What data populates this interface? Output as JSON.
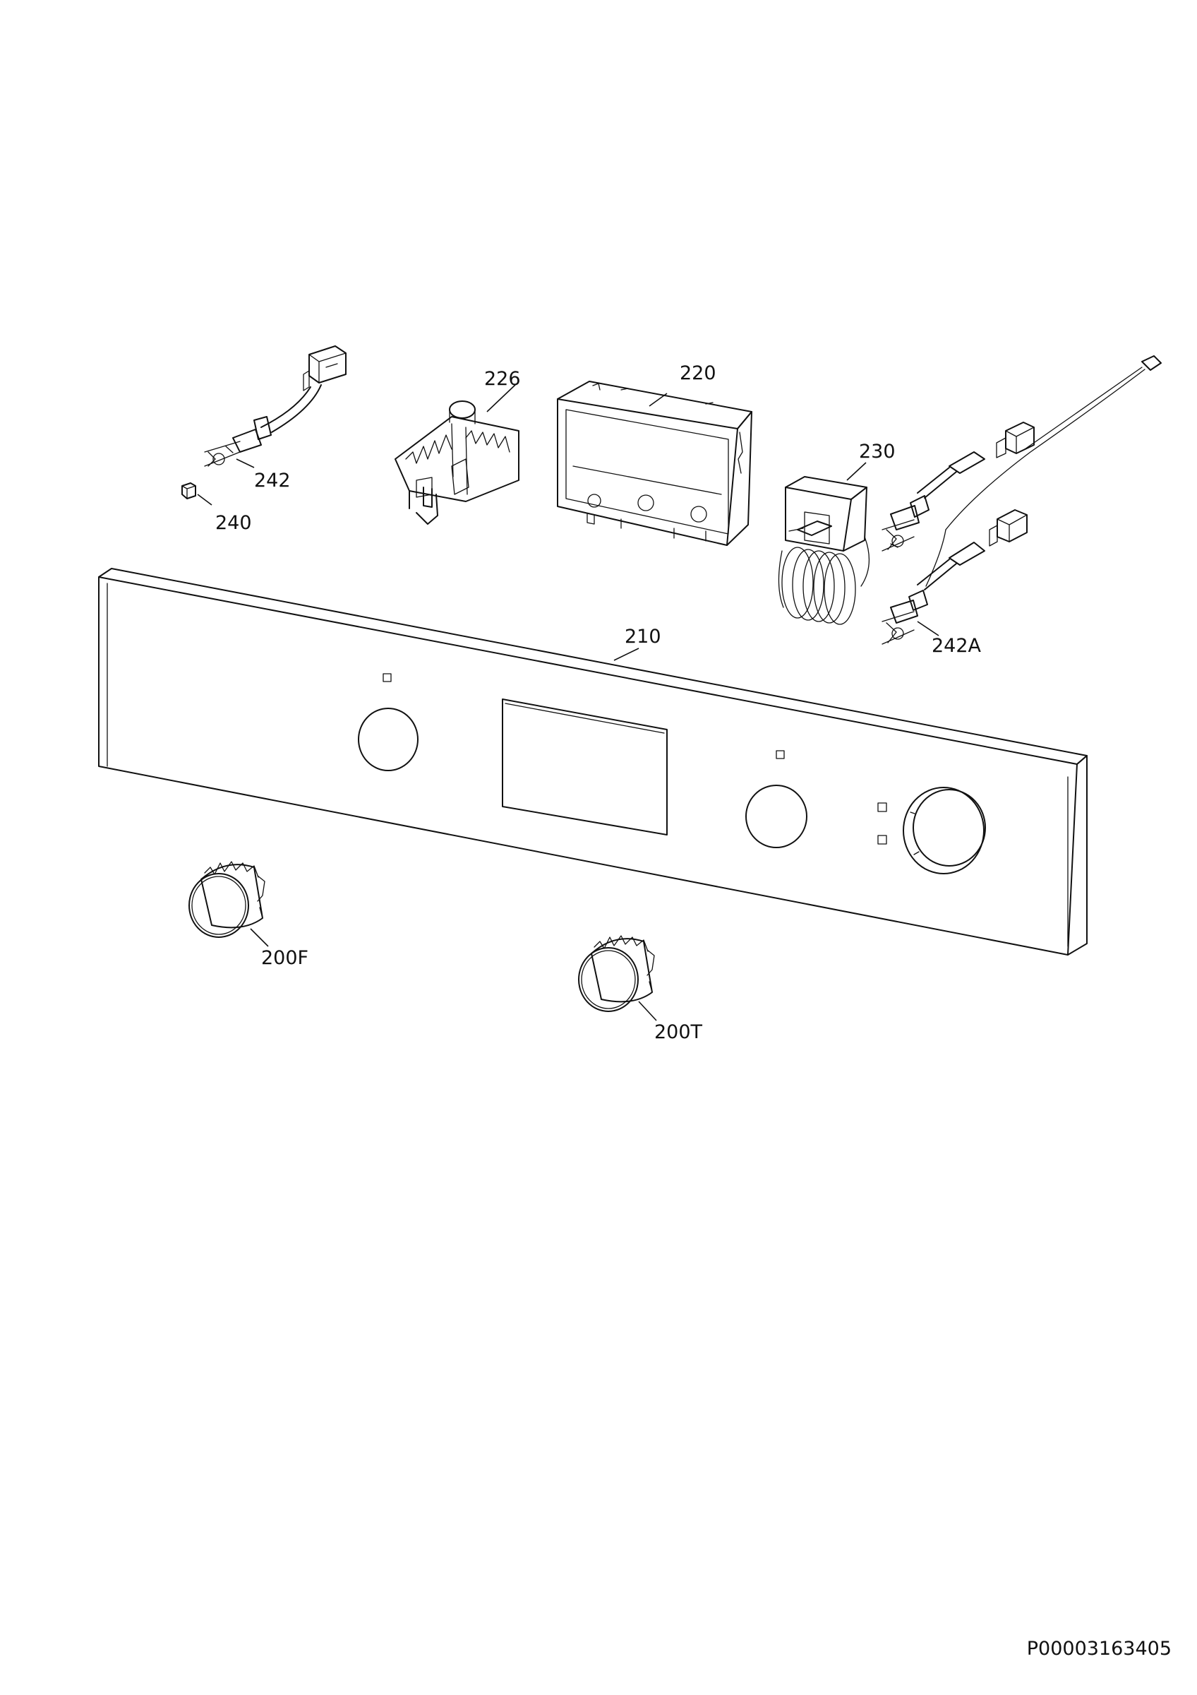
{
  "document_id": "P00003163405",
  "callouts": {
    "c200f": "200F",
    "c200t": "200T",
    "c210": "210",
    "c220": "220",
    "c226": "226",
    "c230": "230",
    "c240": "240",
    "c242": "242",
    "c242a": "242A"
  }
}
